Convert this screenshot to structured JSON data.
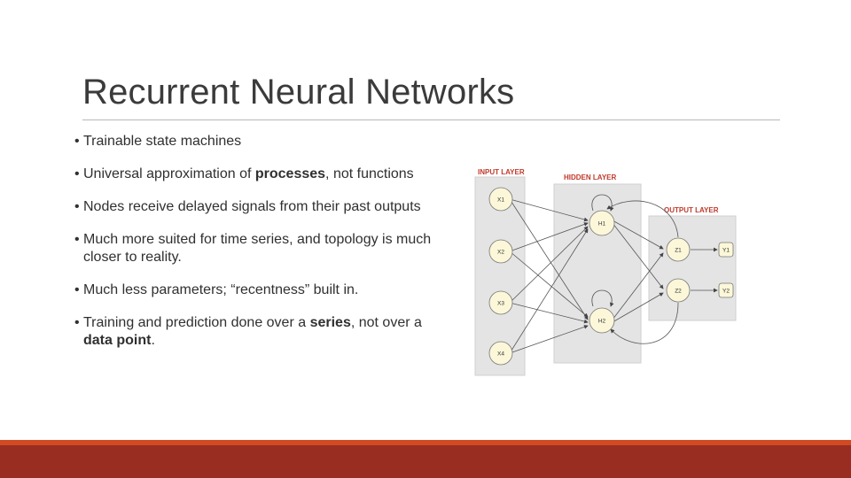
{
  "slide": {
    "title": "Recurrent Neural Networks",
    "bullets": [
      {
        "parts": [
          {
            "text": "Trainable state machines",
            "bold": false
          }
        ]
      },
      {
        "parts": [
          {
            "text": "Universal approximation of ",
            "bold": false
          },
          {
            "text": "processes",
            "bold": true
          },
          {
            "text": ", not functions",
            "bold": false
          }
        ]
      },
      {
        "parts": [
          {
            "text": "Nodes receive delayed signals from their past outputs",
            "bold": false
          }
        ]
      },
      {
        "parts": [
          {
            "text": "Much more suited for time series, and topology is much closer to reality.",
            "bold": false
          }
        ]
      },
      {
        "parts": [
          {
            "text": "Much less parameters; “recentness” built in.",
            "bold": false
          }
        ]
      },
      {
        "parts": [
          {
            "text": "Training and prediction done over a ",
            "bold": false
          },
          {
            "text": "series",
            "bold": true
          },
          {
            "text": ", not over a ",
            "bold": false
          },
          {
            "text": "data point",
            "bold": true
          },
          {
            "text": ".",
            "bold": false
          }
        ]
      }
    ]
  },
  "diagram": {
    "input_label": "INPUT LAYER",
    "hidden_label": "HIDDEN LAYER",
    "output_label": "OUTPUT LAYER",
    "input_nodes": [
      "X1",
      "X2",
      "X3",
      "X4"
    ],
    "hidden_nodes": [
      "H1",
      "H2"
    ],
    "output_nodes": [
      "Z1",
      "Z2"
    ],
    "outputs": [
      "Y1",
      "Y2"
    ],
    "label_color": "#c0392b"
  },
  "theme": {
    "accent_thin": "#d04a22",
    "accent_thick": "#9a2d22"
  }
}
